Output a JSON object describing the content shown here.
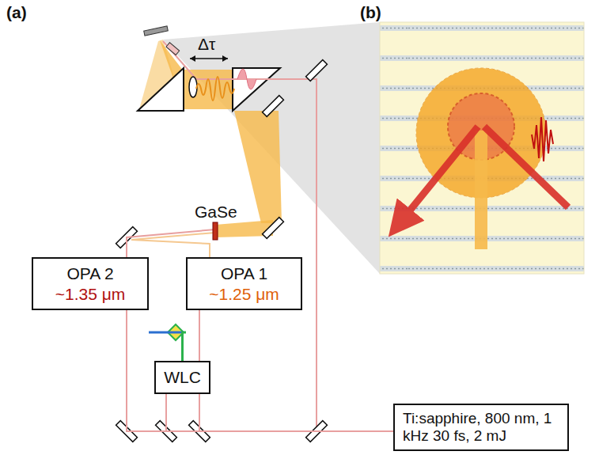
{
  "diagram": {
    "nodes": [
      {
        "text": [
          "OPA 2",
          "~1.35 μm"
        ]
      },
      {
        "text": [
          "OPA 1",
          "~1.25 μm"
        ]
      },
      {
        "text": [
          "WLC"
        ]
      },
      {
        "text": [
          "Ti:sapphire, 800 nm, 1 kHz 30 fs, 2 mJ"
        ]
      }
    ],
    "edges": [
      {
        "from": 3,
        "to": 0,
        "arrow": "none"
      },
      {
        "from": 3,
        "to": 2,
        "arrow": "none"
      },
      {
        "from": 3,
        "to": 1,
        "arrow": "none"
      },
      {
        "from": 2,
        "to": 0,
        "arrow": "none"
      },
      {
        "from": 2,
        "to": 1,
        "arrow": "none"
      }
    ],
    "labels": [
      "(a)",
      "(b)",
      "Δτ",
      "GaSe"
    ]
  }
}
